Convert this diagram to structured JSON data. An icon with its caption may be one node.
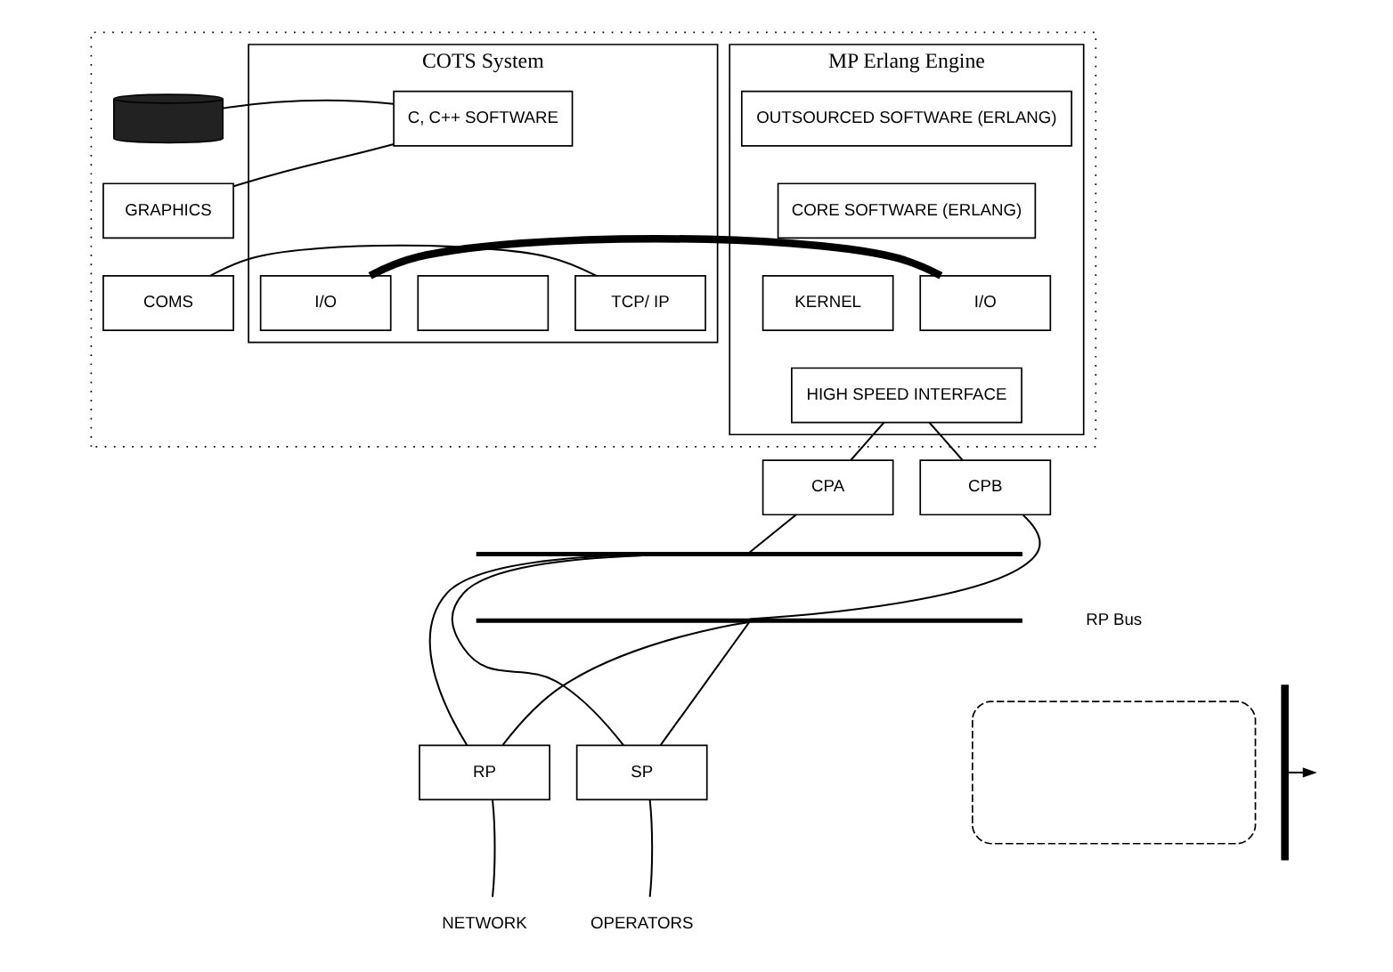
{
  "diagram": {
    "nodes": [
      {
        "text": [],
        "shape": "box"
      },
      {
        "text": [
          "MP Erlang Engine"
        ],
        "in": 0
      },
      {
        "text": [
          "OUTSOURCED SOFTWARE (ERLANG)"
        ],
        "in": 1
      },
      {
        "text": [
          "CORE SOFTWARE (ERLANG)"
        ],
        "in": 1
      },
      {
        "text": [
          "KERNEL"
        ],
        "in": 1
      },
      {
        "text": [
          "I/O"
        ],
        "in": 1
      },
      {
        "text": [
          "HIGH SPEED INTERFACE"
        ],
        "in": 1
      },
      {
        "text": [
          "COTS System"
        ],
        "in": 0
      },
      {
        "text": [
          "C, C++ SOFTWARE"
        ],
        "in": 7
      },
      {
        "text": [
          "I/O"
        ],
        "in": 7
      },
      {
        "text": [],
        "shape": "box",
        "in": 7
      },
      {
        "text": [
          "TCP/ IP"
        ],
        "in": 7
      },
      {
        "text": [],
        "shape": "cylinder",
        "in": 0
      },
      {
        "text": [
          "GRAPHICS"
        ],
        "in": 0
      },
      {
        "text": [
          "COMS"
        ],
        "in": 0
      },
      {
        "text": [
          "CPA"
        ]
      },
      {
        "text": [
          "CPB"
        ]
      },
      {
        "text": [],
        "shape": "bar"
      },
      {
        "text": [],
        "shape": "bar"
      },
      {
        "text": [
          "RP"
        ]
      },
      {
        "text": [
          "SP"
        ]
      },
      {
        "text": [
          "NETWORK"
        ]
      },
      {
        "text": [
          "OPERATORS"
        ]
      },
      {
        "text": [],
        "shape": "box"
      },
      {
        "text": [],
        "shape": "bracket"
      }
    ],
    "edges": [
      {
        "from": 5,
        "to": 9,
        "arrow": "none",
        "style": "thick"
      },
      {
        "from": 8,
        "to": 12,
        "arrow": "none"
      },
      {
        "from": 8,
        "to": 13,
        "arrow": "none"
      },
      {
        "from": 11,
        "to": 14,
        "arrow": "none"
      },
      {
        "from": 6,
        "to": 15,
        "arrow": "none"
      },
      {
        "from": 6,
        "to": 16,
        "arrow": "none"
      },
      {
        "from": 15,
        "to": 17,
        "arrow": "none"
      },
      {
        "from": 16,
        "to": 18,
        "arrow": "none"
      },
      {
        "from": 17,
        "to": 19,
        "arrow": "none"
      },
      {
        "from": 18,
        "to": 19,
        "arrow": "none"
      },
      {
        "from": 17,
        "to": 20,
        "arrow": "none"
      },
      {
        "from": 18,
        "to": 20,
        "arrow": "none"
      },
      {
        "from": 19,
        "to": 21,
        "arrow": "none"
      },
      {
        "from": 20,
        "to": 22,
        "arrow": "none"
      },
      {
        "from": 24,
        "to": null,
        "arrow": "to"
      }
    ],
    "labels": [
      "RP Bus"
    ]
  }
}
